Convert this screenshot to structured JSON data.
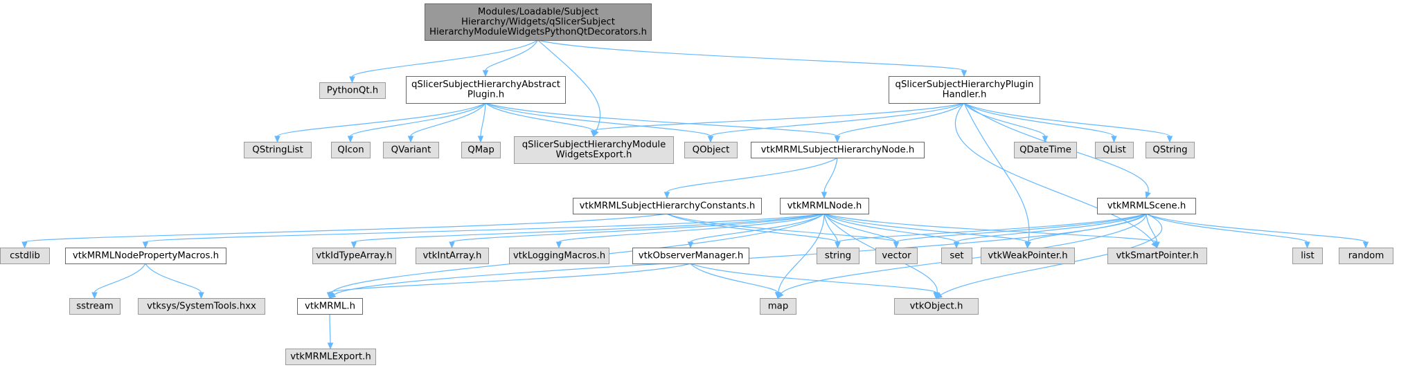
{
  "colors": {
    "root_fill": "#999999",
    "root_stroke": "#666666",
    "local_fill": "#ffffff",
    "local_stroke": "#666666",
    "external_fill": "#e0e0e0",
    "external_stroke": "#999999",
    "edge": "#63b8ff"
  },
  "nodes": {
    "root": {
      "lines": [
        "Modules/Loadable/Subject",
        "Hierarchy/Widgets/qSlicerSubject",
        "HierarchyModuleWidgetsPythonQtDecorators.h"
      ],
      "kind": "root"
    },
    "pythonqt": {
      "lines": [
        "PythonQt.h"
      ],
      "kind": "external"
    },
    "abstract_plugin": {
      "lines": [
        "qSlicerSubjectHierarchyAbstract",
        "Plugin.h"
      ],
      "kind": "local"
    },
    "module_export": {
      "lines": [
        "qSlicerSubjectHierarchyModule",
        "WidgetsExport.h"
      ],
      "kind": "external"
    },
    "plugin_handler": {
      "lines": [
        "qSlicerSubjectHierarchyPlugin",
        "Handler.h"
      ],
      "kind": "local"
    },
    "qstringlist": {
      "lines": [
        "QStringList"
      ],
      "kind": "external"
    },
    "qicon": {
      "lines": [
        "QIcon"
      ],
      "kind": "external"
    },
    "qvariant": {
      "lines": [
        "QVariant"
      ],
      "kind": "external"
    },
    "qmap": {
      "lines": [
        "QMap"
      ],
      "kind": "external"
    },
    "qobject": {
      "lines": [
        "QObject"
      ],
      "kind": "external"
    },
    "sh_node": {
      "lines": [
        "vtkMRMLSubjectHierarchyNode.h"
      ],
      "kind": "local"
    },
    "qdatetime": {
      "lines": [
        "QDateTime"
      ],
      "kind": "external"
    },
    "qlist": {
      "lines": [
        "QList"
      ],
      "kind": "external"
    },
    "qstring": {
      "lines": [
        "QString"
      ],
      "kind": "external"
    },
    "sh_constants": {
      "lines": [
        "vtkMRMLSubjectHierarchyConstants.h"
      ],
      "kind": "local"
    },
    "mrml_node": {
      "lines": [
        "vtkMRMLNode.h"
      ],
      "kind": "local"
    },
    "mrml_scene": {
      "lines": [
        "vtkMRMLScene.h"
      ],
      "kind": "local"
    },
    "cstdlib": {
      "lines": [
        "cstdlib"
      ],
      "kind": "external"
    },
    "prop_macros": {
      "lines": [
        "vtkMRMLNodePropertyMacros.h"
      ],
      "kind": "local"
    },
    "idtypearray": {
      "lines": [
        "vtkIdTypeArray.h"
      ],
      "kind": "external"
    },
    "intarray": {
      "lines": [
        "vtkIntArray.h"
      ],
      "kind": "external"
    },
    "loggingmacros": {
      "lines": [
        "vtkLoggingMacros.h"
      ],
      "kind": "external"
    },
    "observer_mgr": {
      "lines": [
        "vtkObserverManager.h"
      ],
      "kind": "local"
    },
    "string": {
      "lines": [
        "string"
      ],
      "kind": "external"
    },
    "vector": {
      "lines": [
        "vector"
      ],
      "kind": "external"
    },
    "set": {
      "lines": [
        "set"
      ],
      "kind": "external"
    },
    "weakpointer": {
      "lines": [
        "vtkWeakPointer.h"
      ],
      "kind": "external"
    },
    "smartpointer": {
      "lines": [
        "vtkSmartPointer.h"
      ],
      "kind": "external"
    },
    "list": {
      "lines": [
        "list"
      ],
      "kind": "external"
    },
    "random": {
      "lines": [
        "random"
      ],
      "kind": "external"
    },
    "sstream": {
      "lines": [
        "sstream"
      ],
      "kind": "external"
    },
    "systemtools": {
      "lines": [
        "vtksys/SystemTools.hxx"
      ],
      "kind": "external"
    },
    "vtkmrml": {
      "lines": [
        "vtkMRML.h"
      ],
      "kind": "local"
    },
    "map": {
      "lines": [
        "map"
      ],
      "kind": "external"
    },
    "vtkobject": {
      "lines": [
        "vtkObject.h"
      ],
      "kind": "external"
    },
    "mrml_export": {
      "lines": [
        "vtkMRMLExport.h"
      ],
      "kind": "external"
    }
  },
  "edges": [
    [
      "root",
      "pythonqt"
    ],
    [
      "root",
      "abstract_plugin"
    ],
    [
      "root",
      "module_export"
    ],
    [
      "root",
      "plugin_handler"
    ],
    [
      "abstract_plugin",
      "qstringlist"
    ],
    [
      "abstract_plugin",
      "qicon"
    ],
    [
      "abstract_plugin",
      "qvariant"
    ],
    [
      "abstract_plugin",
      "qmap"
    ],
    [
      "abstract_plugin",
      "module_export"
    ],
    [
      "abstract_plugin",
      "qobject"
    ],
    [
      "abstract_plugin",
      "sh_node"
    ],
    [
      "plugin_handler",
      "module_export"
    ],
    [
      "plugin_handler",
      "qobject"
    ],
    [
      "plugin_handler",
      "sh_node"
    ],
    [
      "plugin_handler",
      "qdatetime"
    ],
    [
      "plugin_handler",
      "qlist"
    ],
    [
      "plugin_handler",
      "qstring"
    ],
    [
      "plugin_handler",
      "mrml_scene"
    ],
    [
      "plugin_handler",
      "weakpointer"
    ],
    [
      "plugin_handler",
      "smartpointer"
    ],
    [
      "sh_node",
      "sh_constants"
    ],
    [
      "sh_node",
      "mrml_node"
    ],
    [
      "sh_constants",
      "cstdlib"
    ],
    [
      "sh_constants",
      "string"
    ],
    [
      "sh_constants",
      "vector"
    ],
    [
      "mrml_node",
      "prop_macros"
    ],
    [
      "mrml_node",
      "vtkmrml"
    ],
    [
      "mrml_node",
      "idtypearray"
    ],
    [
      "mrml_node",
      "intarray"
    ],
    [
      "mrml_node",
      "loggingmacros"
    ],
    [
      "mrml_node",
      "observer_mgr"
    ],
    [
      "mrml_node",
      "string"
    ],
    [
      "mrml_node",
      "vector"
    ],
    [
      "mrml_node",
      "set"
    ],
    [
      "mrml_node",
      "weakpointer"
    ],
    [
      "mrml_node",
      "smartpointer"
    ],
    [
      "mrml_node",
      "map"
    ],
    [
      "mrml_node",
      "vtkobject"
    ],
    [
      "mrml_scene",
      "string"
    ],
    [
      "mrml_scene",
      "vector"
    ],
    [
      "mrml_scene",
      "set"
    ],
    [
      "mrml_scene",
      "weakpointer"
    ],
    [
      "mrml_scene",
      "smartpointer"
    ],
    [
      "mrml_scene",
      "list"
    ],
    [
      "mrml_scene",
      "random"
    ],
    [
      "mrml_scene",
      "vtkmrml"
    ],
    [
      "mrml_scene",
      "map"
    ],
    [
      "mrml_scene",
      "vtkobject"
    ],
    [
      "prop_macros",
      "sstream"
    ],
    [
      "prop_macros",
      "systemtools"
    ],
    [
      "observer_mgr",
      "vtkmrml"
    ],
    [
      "observer_mgr",
      "map"
    ],
    [
      "observer_mgr",
      "vtkobject"
    ],
    [
      "vtkmrml",
      "mrml_export"
    ]
  ]
}
